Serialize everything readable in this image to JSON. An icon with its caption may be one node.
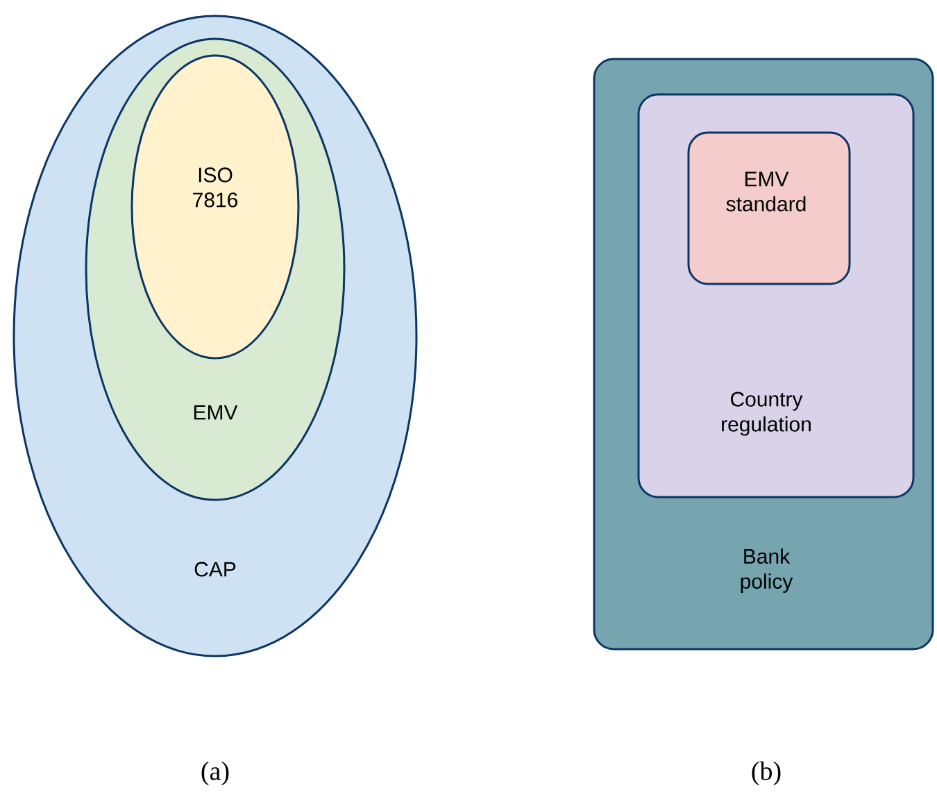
{
  "diagram": {
    "nodes": [
      {
        "text": [
          "CAP"
        ]
      },
      {
        "text": [
          "EMV"
        ],
        "in": 0
      },
      {
        "text": [
          "ISO 7816"
        ],
        "in": 1
      },
      {
        "text": [
          "Bank policy"
        ]
      },
      {
        "text": [
          "Country regulation"
        ],
        "in": 3
      },
      {
        "text": [
          "EMV standard"
        ],
        "in": 4
      }
    ],
    "labels": [
      "(a)",
      "(b)"
    ]
  }
}
